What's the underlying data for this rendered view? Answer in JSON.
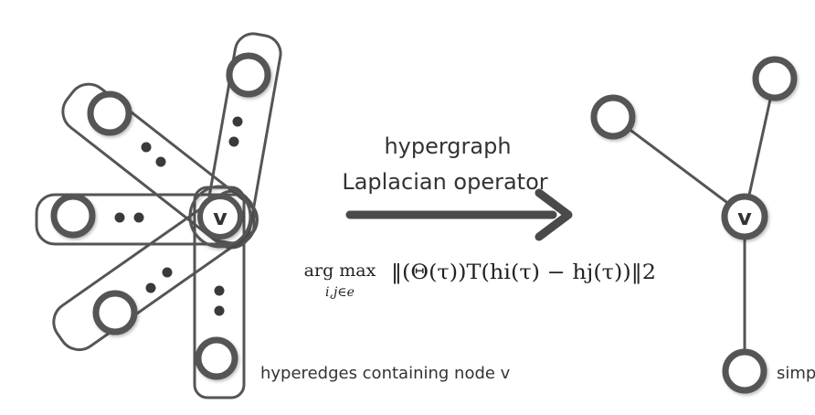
{
  "left": {
    "center_label": "v",
    "caption": "hyperedges containing node v"
  },
  "middle": {
    "title_line1": "hypergraph",
    "title_line2": "Laplacian operator",
    "formula": {
      "op": "arg max",
      "subscript": "i,j∈e",
      "expression": "‖(Θ(τ))T(hi(τ) − hj(τ))‖2"
    }
  },
  "right": {
    "center_label": "v",
    "caption_partial": "simp"
  },
  "colors": {
    "stroke": "#555555",
    "node_fill": "#ffffff",
    "text": "#333333"
  }
}
